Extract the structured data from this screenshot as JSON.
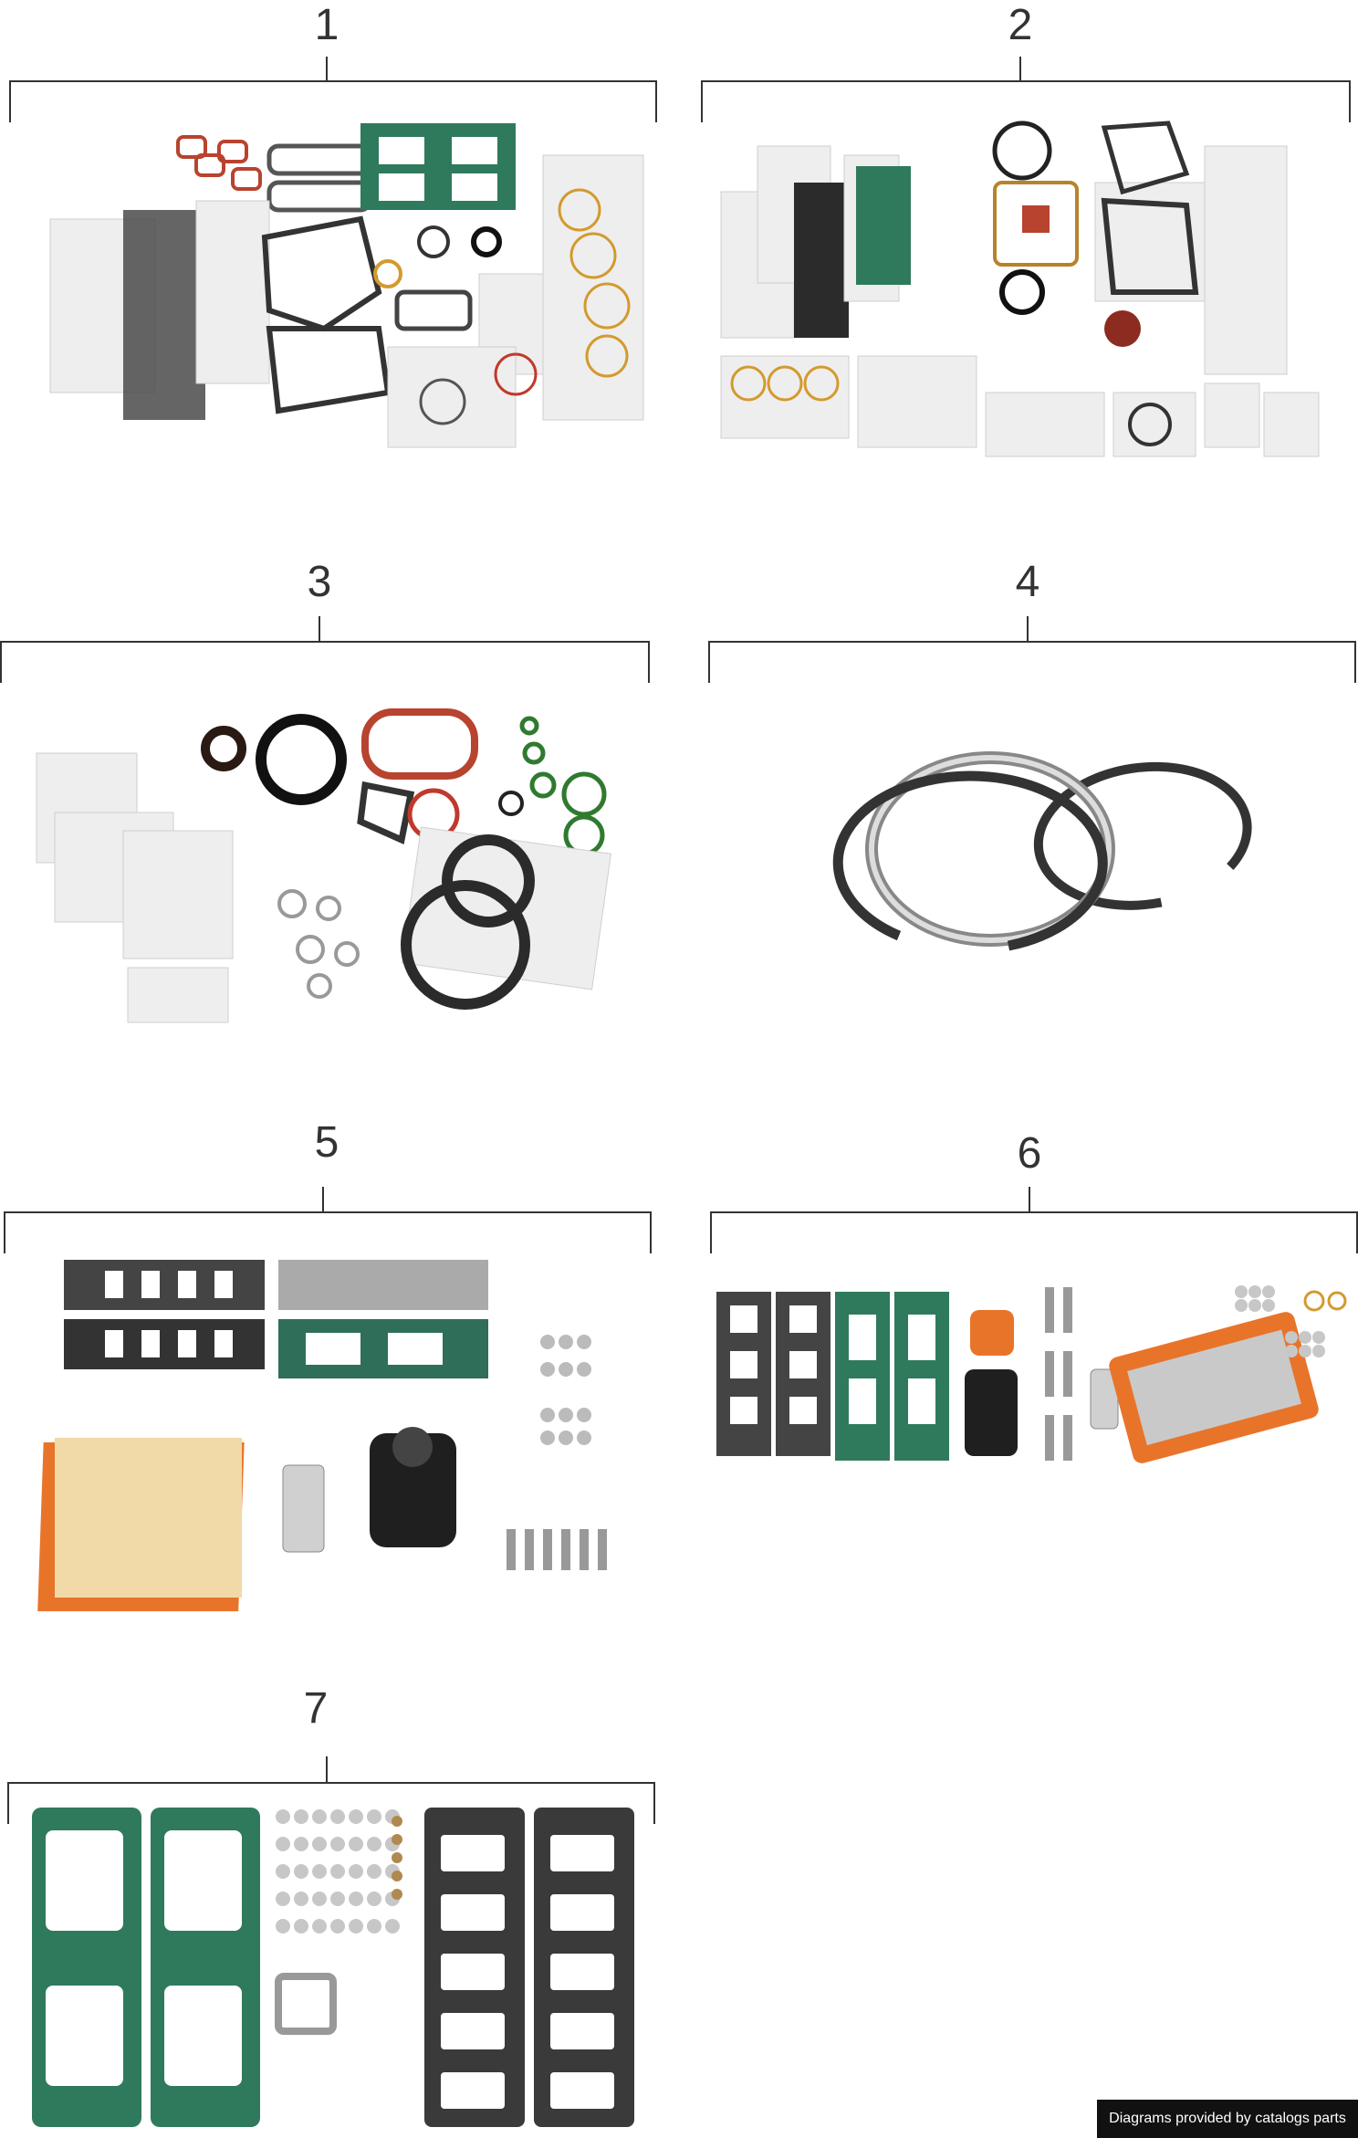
{
  "callouts": [
    "1",
    "2",
    "3",
    "4",
    "5",
    "6",
    "7"
  ],
  "credit": "Diagrams provided by catalogs parts",
  "illustrations": [
    "gasket-set-bags-icon",
    "gasket-set-full-icon",
    "seal-kit-icon",
    "piston-rings-icon",
    "service-kit-icon",
    "service-kit-alt-icon",
    "cover-gasket-set-icon"
  ],
  "colors": {
    "gasket_green": "#2f7a5c",
    "gasket_dark": "#3a3a3a",
    "filter_orange": "#e8742a",
    "filter_paper": "#f1d9a8",
    "bag": "#eeeeee"
  }
}
